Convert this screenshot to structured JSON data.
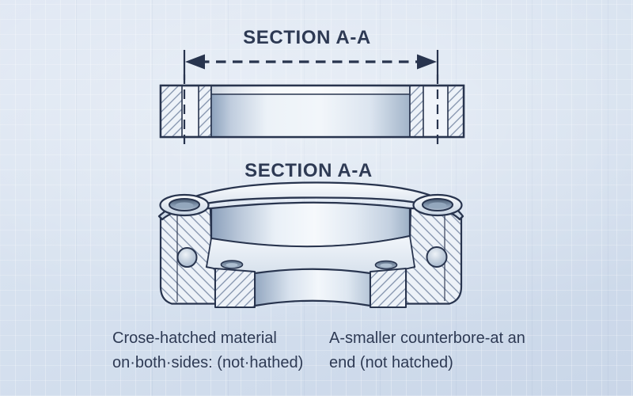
{
  "titles": {
    "top": "SECTION A-A",
    "bottom": "SECTION A-A"
  },
  "captions": {
    "left_line1": "Crose-hatched material",
    "left_line2": "on·both·sides: (not·hathed)",
    "right_line1": "A-smaller counterbore-at an",
    "right_line2": "end (not hatched)"
  },
  "colors": {
    "background": "#d6e0ee",
    "ink": "#28344e",
    "text": "#2e3a54",
    "hatch_fill": "#edf2f8",
    "hatch_line": "#7d8da8",
    "metal_light": "#f6f9fc",
    "metal_mid": "#c3d0e0",
    "metal_dark": "#8ba0bb"
  }
}
